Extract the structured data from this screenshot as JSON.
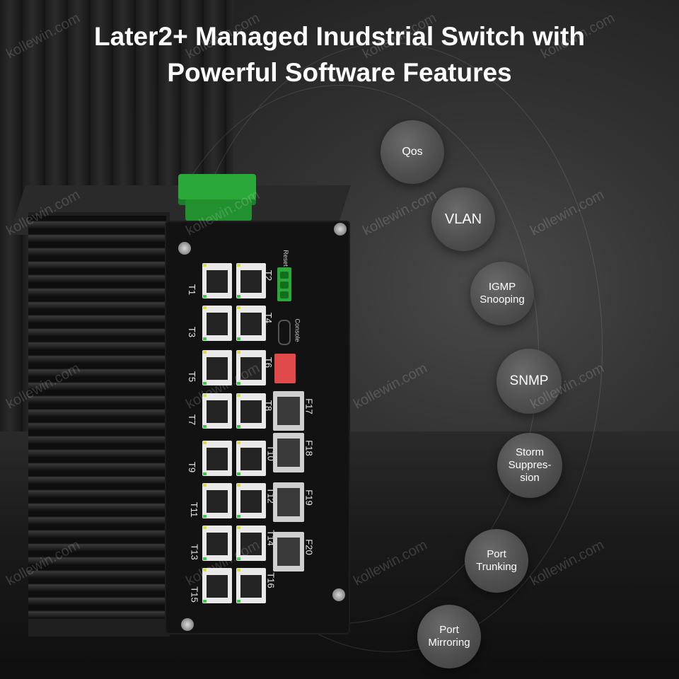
{
  "title": {
    "line1": "Later2+ Managed Inudstrial Switch with",
    "line2": "Powerful Software Features"
  },
  "features": [
    {
      "id": "qos",
      "label": "Qos"
    },
    {
      "id": "vlan",
      "label": "VLAN"
    },
    {
      "id": "igmp",
      "label": "IGMP\nSnooping"
    },
    {
      "id": "snmp",
      "label": "SNMP"
    },
    {
      "id": "storm",
      "label": "Storm\nSuppres-\nsion"
    },
    {
      "id": "trunk",
      "label": "Port\nTrunking"
    },
    {
      "id": "mirror",
      "label": "Port\nMirroring"
    }
  ],
  "device": {
    "ports": [
      "T1",
      "T2",
      "T3",
      "T4",
      "T5",
      "T6",
      "T7",
      "T8",
      "T9",
      "T10",
      "T11",
      "T12",
      "T13",
      "T14",
      "T15",
      "T16"
    ],
    "sfp_ports": [
      "F17",
      "F18",
      "F19",
      "F20"
    ],
    "reset_label": "Reset",
    "console_label": "Console"
  },
  "watermark": "kollewin.com",
  "colors": {
    "text": "#ffffff",
    "feature_circle": "#555555",
    "terminal_green": "#2aa83a"
  }
}
